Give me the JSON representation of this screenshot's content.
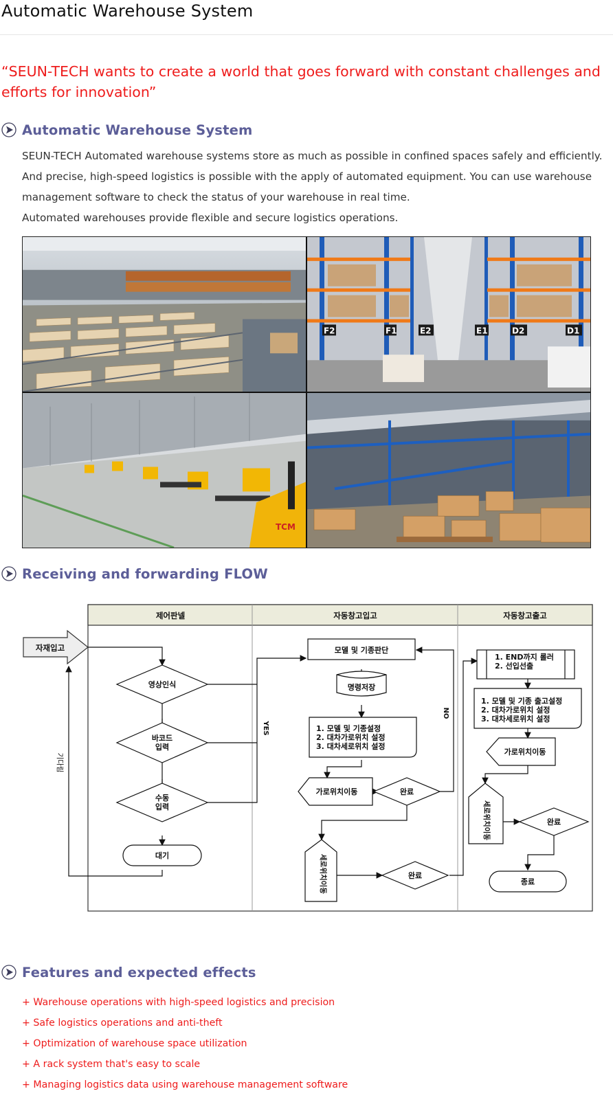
{
  "page": {
    "title": "Automatic Warehouse System",
    "slogan": "“SEUN-TECH wants to create a world that goes forward with constant challenges and efforts for innovation”"
  },
  "sections": {
    "overview": {
      "title": "Automatic Warehouse System",
      "paragraph_lines": [
        "SEUN-TECH Automated warehouse systems store as much as possible in confined spaces safely and efficiently.",
        "And precise, high-speed logistics is possible with the apply of automated equipment. You can use warehouse",
        "management software to check the status of your warehouse in real time.",
        "Automated warehouses provide flexible and secure logistics operations."
      ]
    },
    "flow": {
      "title": "Receiving and forwarding FLOW"
    },
    "features": {
      "title": "Features and expected effects",
      "items": [
        "+ Warehouse operations with high-speed logistics and precision",
        "+ Safe logistics operations and anti-theft",
        "+ Optimization of warehouse space utilization",
        "+ A rack system that's easy to scale",
        "+ Managing logistics data using warehouse management software"
      ]
    }
  },
  "rack_labels": [
    "F2",
    "F1",
    "E2",
    "E1",
    "D2",
    "D1"
  ],
  "forklift_label": "TCM",
  "flowchart": {
    "lanes": [
      "제어판넬",
      "자동창고입고",
      "자동창고출고"
    ],
    "entry": "자재입고",
    "panel": {
      "image_recognition": "영상인식",
      "barcode_line1": "바코드",
      "barcode_line2": "입력",
      "manual_line1": "수동",
      "manual_line2": "입력",
      "wait": "대기",
      "loop_label": "기다림"
    },
    "inbound": {
      "judge": "모델 및 기종판단",
      "store": "명령저장",
      "step1": "1. 모델 및 기종설정",
      "step2": "2. 대차가로위치 설정",
      "step3": "3. 대차세로위치 설정",
      "move_h": "가로위치이동",
      "done1": "완료",
      "move_v": "세로위치이동",
      "done2": "완료",
      "yes": "YES",
      "no": "NO"
    },
    "outbound": {
      "step1": "1.   END까지 롤러",
      "step2": "2.   선입선출",
      "set1": "1. 모델 및 기종 출고설정",
      "set2": "2. 대차가로위치 설정",
      "set3": "3. 대차세로위치 설정",
      "move_h": "가로위치이동",
      "move_v": "세로위치이동",
      "done": "완료",
      "end": "종료"
    }
  },
  "colors": {
    "slogan": "#ee1c1c",
    "section_title": "#5c5e98",
    "feature_text": "#ee1c1c",
    "lane_header": "#ececdc"
  }
}
